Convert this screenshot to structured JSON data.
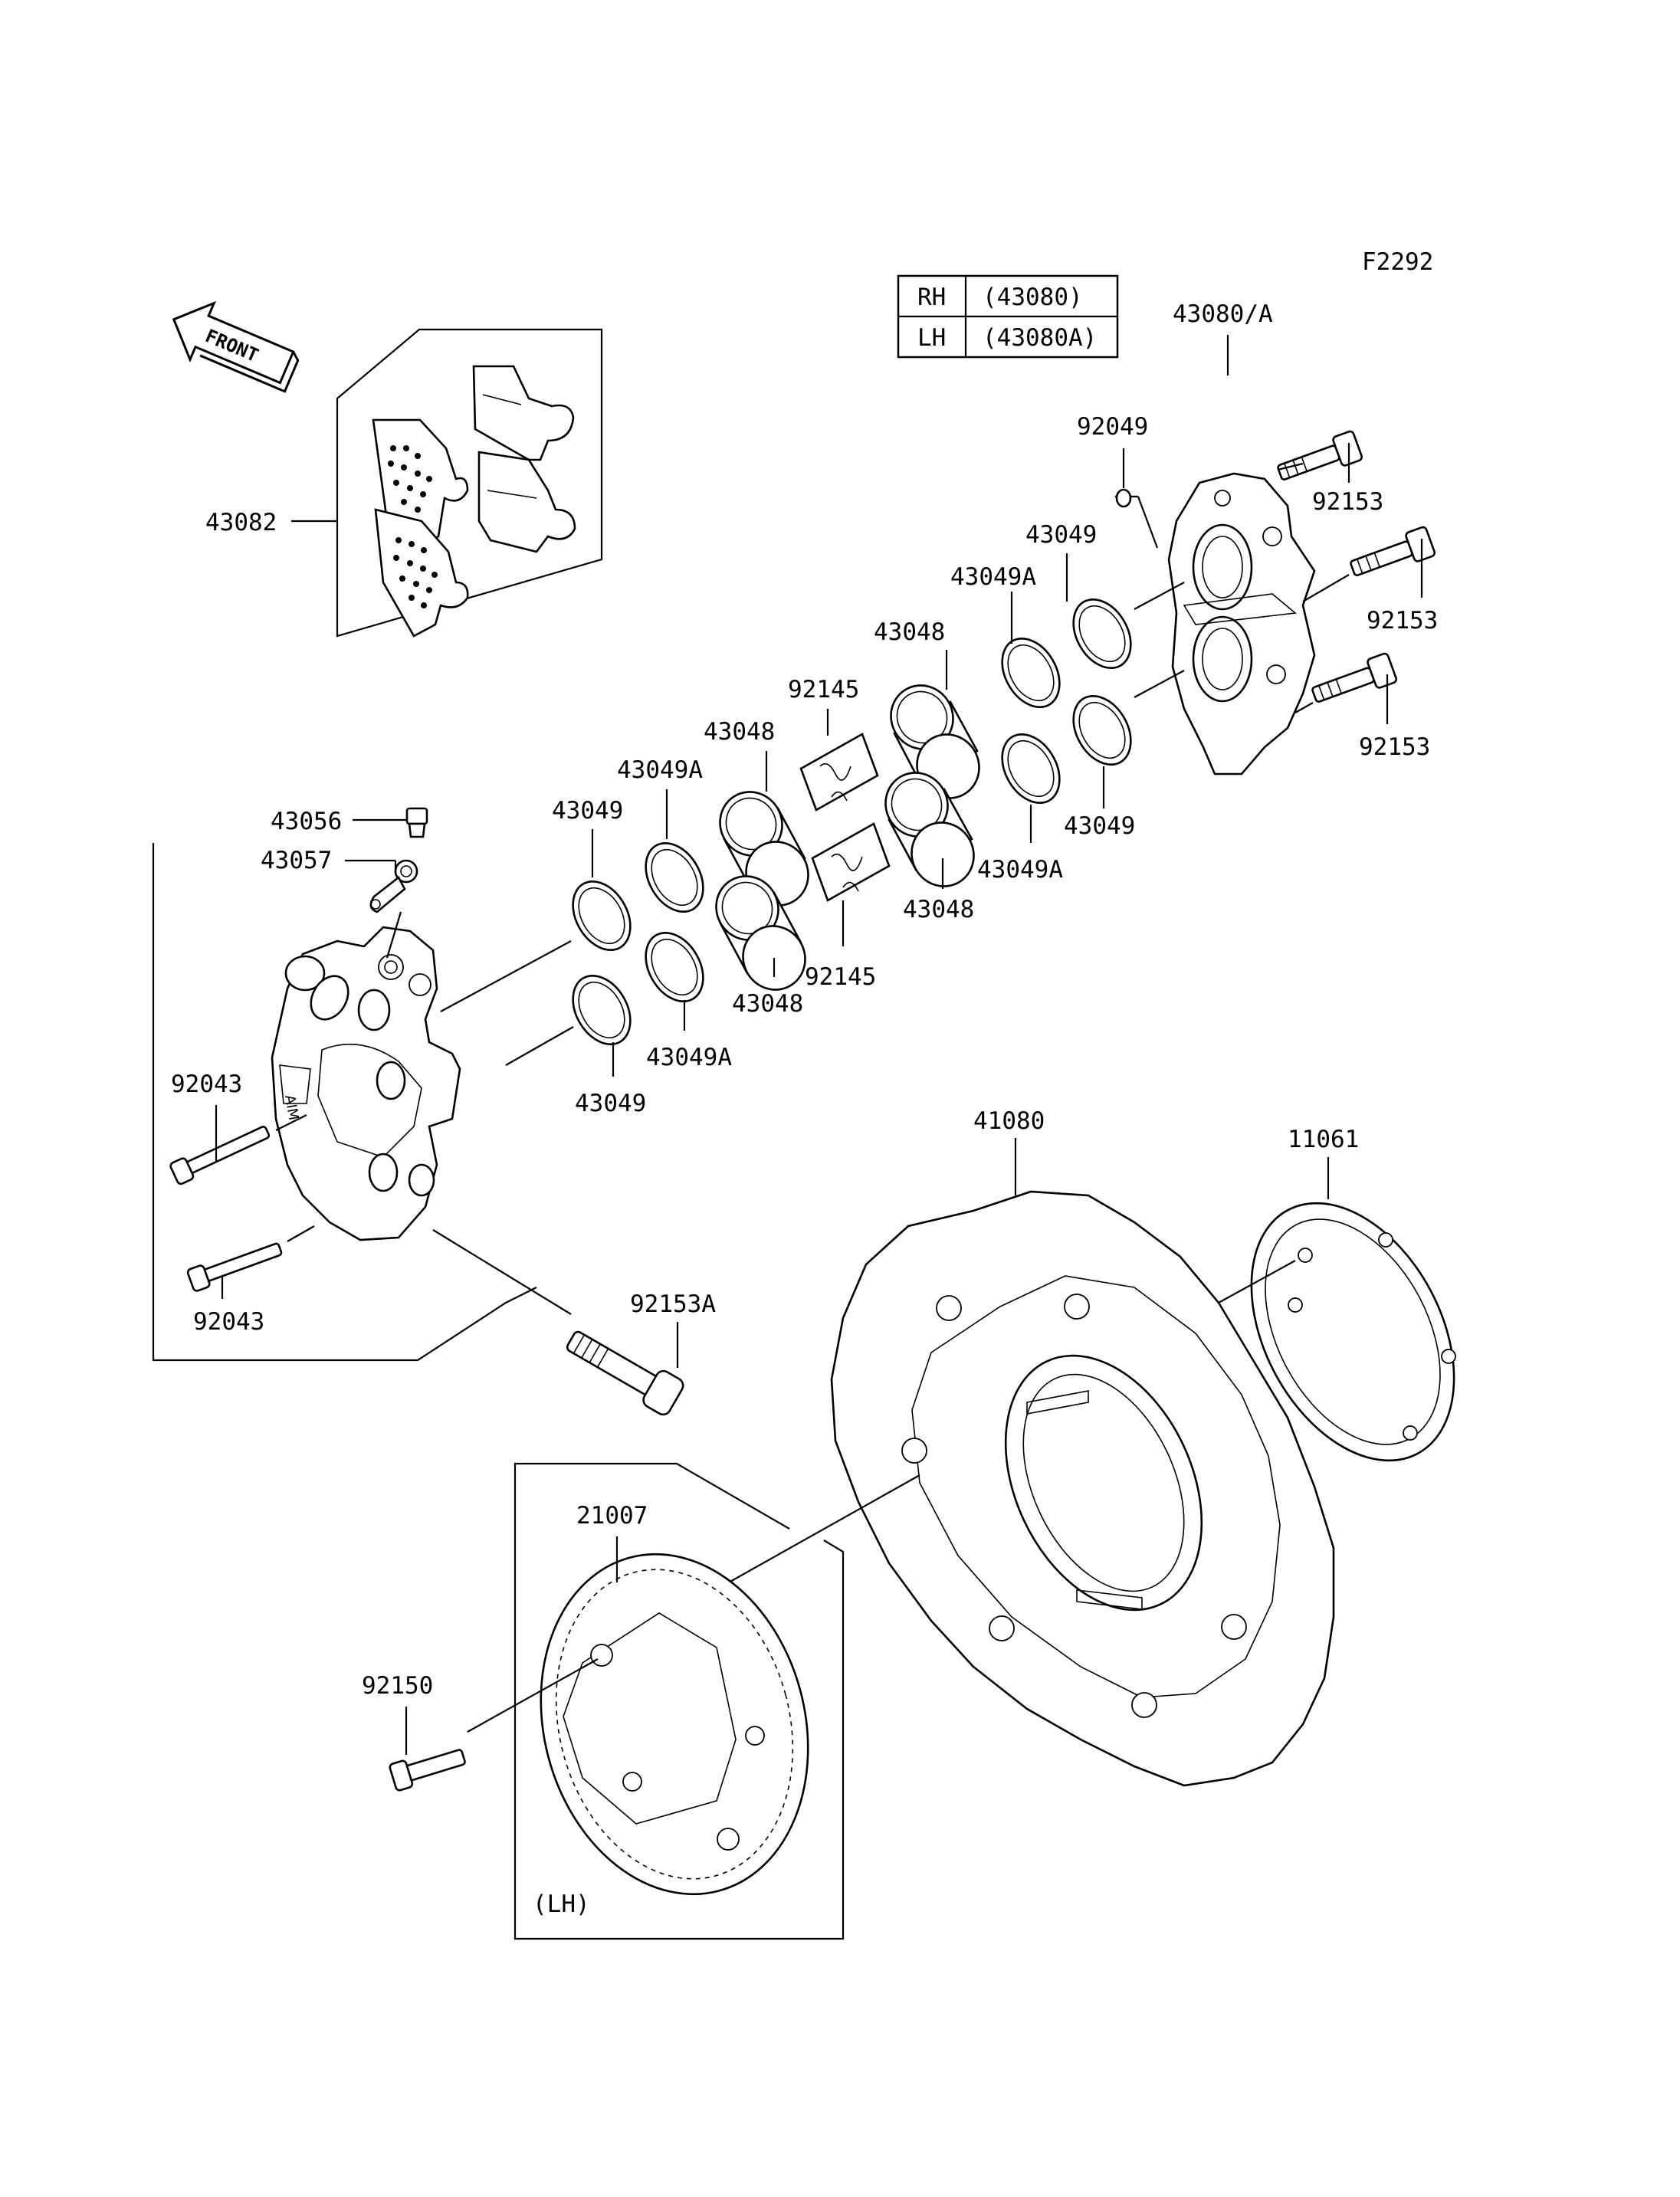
{
  "figure_code": "F2292",
  "front_arrow_label": "FRONT",
  "side_table": [
    {
      "side": "RH",
      "part": "(43080)"
    },
    {
      "side": "LH",
      "part": "(43080A)"
    }
  ],
  "callouts": {
    "caliper_assy": "43080/A",
    "pads": "43082",
    "bleeder_valve": "43056",
    "bleeder_cap": "43057",
    "pin_upper": "92043",
    "pin_lower": "92043",
    "washer": "92049",
    "bolt_top": "92153",
    "bolt_mid": "92153",
    "bolt_bottom": "92153",
    "bolt_a": "92153A",
    "seal_a_r_top": "43049",
    "seal_a_r_bot": "43049",
    "seal_b_r_top": "43049A",
    "seal_b_r_bot": "43049A",
    "piston_r_top": "43048",
    "piston_r_bot": "43048",
    "spring_top": "92145",
    "spring_bot": "92145",
    "piston_l_top": "43048",
    "piston_l_bot": "43048",
    "seal_b_l_top": "43049A",
    "seal_b_l_bot": "43049A",
    "seal_a_l_top": "43049",
    "seal_a_l_bot": "43049",
    "disc": "41080",
    "shim": "11061",
    "sensor_rotor": "21007",
    "rotor_bolt": "92150"
  },
  "inset_note": "(LH)"
}
